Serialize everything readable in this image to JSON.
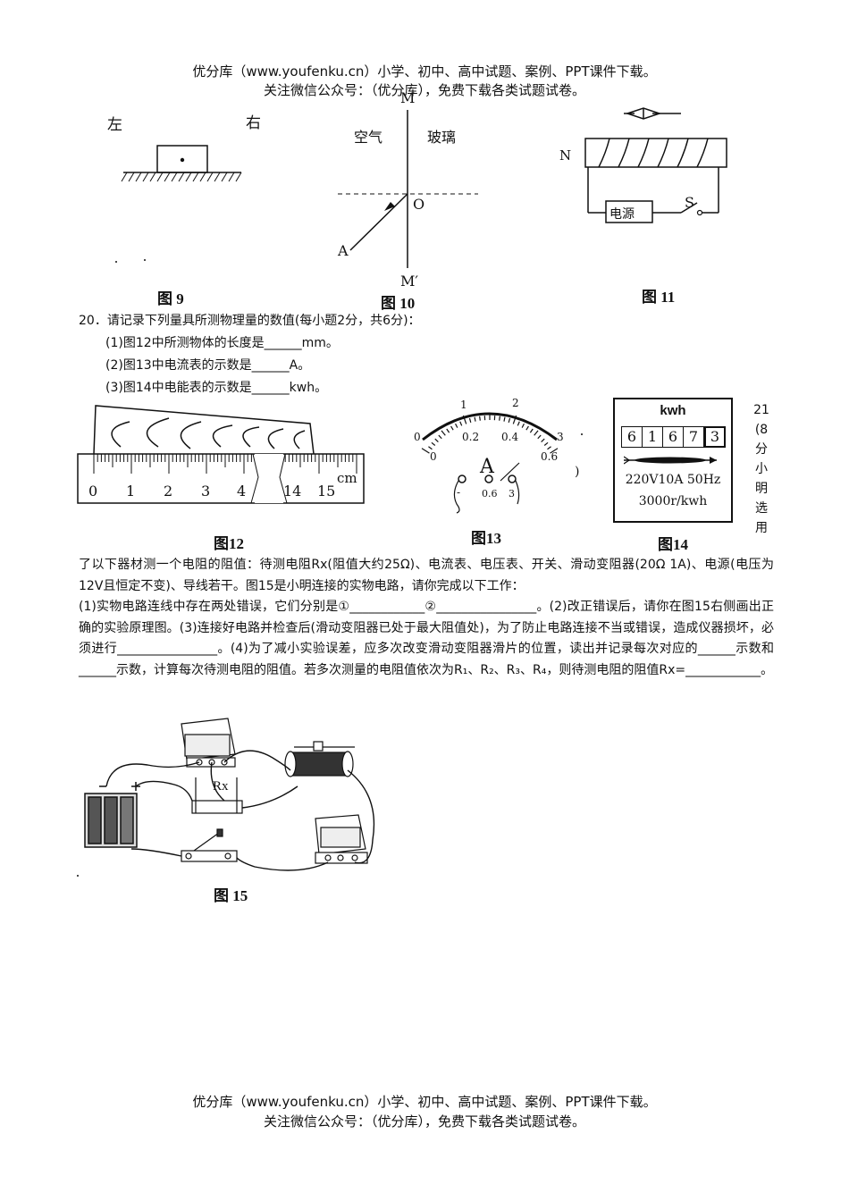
{
  "header": {
    "line1": "优分库（www.youfenku.cn）小学、初中、高中试题、案例、PPT课件下载。",
    "line2": "关注微信公众号：（优分库），免费下载各类试题试卷。"
  },
  "footer": {
    "line1": "优分库（www.youfenku.cn）小学、初中、高中试题、案例、PPT课件下载。",
    "line2": "关注微信公众号：（优分库），免费下载各类试题试卷。"
  },
  "fig9": {
    "left": "左",
    "right": "右",
    "caption": "图 9"
  },
  "fig10": {
    "M": "M",
    "Mp": "M′",
    "air": "空气",
    "glass": "玻璃",
    "O": "O",
    "A": "A",
    "caption": "图 10"
  },
  "fig11": {
    "N": "N",
    "S": "S",
    "source": "电源",
    "caption": "图 11"
  },
  "q20": {
    "title": "20．请记录下列量具所测物理量的数值(每小题2分，共6分)：",
    "items": [
      "(1)图12中所测物体的长度是______mm。",
      "(2)图13中电流表的示数是______A。",
      "(3)图14中电能表的示数是______kwh。"
    ]
  },
  "fig12": {
    "ticks": [
      "0",
      "1",
      "2",
      "3",
      "4",
      "14",
      "15"
    ],
    "unit": "cm",
    "caption": "图12"
  },
  "fig13": {
    "scale_top": [
      "1",
      "2"
    ],
    "scale_mid": [
      "0",
      "0.2",
      "0.4",
      "3"
    ],
    "scale_bottom": [
      "0",
      "0.6"
    ],
    "letter": "A",
    "terminals": [
      "-",
      "0.6",
      "3"
    ],
    "paren": ")",
    "caption": "图13"
  },
  "fig14": {
    "unit": "kwh",
    "digits": [
      "6",
      "1",
      "6",
      "7",
      "3"
    ],
    "spec1": "220V10A 50Hz",
    "spec2": "3000r/kwh",
    "caption": "图14"
  },
  "q21_side": [
    "21",
    "(8",
    "分",
    "小",
    "明",
    "选",
    "用"
  ],
  "q21_text": {
    "p1": "了以下器材测一个电阻的阻值：待测电阻Rx(阻值大约25Ω)、电流表、电压表、开关、滑动变阻器(20Ω 1A)、电源(电压为12V且恒定不变)、导线若干。图15是小明连接的实物电路，请你完成以下工作：",
    "p2": "(1)实物电路连线中存在两处错误，它们分别是①____________②________________。(2)改正错误后，请你在图15右侧画出正确的实验原理图。(3)连接好电路并检查后(滑动变阻器已处于最大阻值处)，为了防止电路连接不当或错误，造成仪器损坏，必须进行________________。(4)为了减小实验误差，应多次改变滑动变阻器滑片的位置，读出并记录每次对应的______示数和______示数，计算每次待测电阻的阻值。若多次测量的电阻值依次为R₁、R₂、R₃、R₄，则待测电阻的阻值Rx=____________。"
  },
  "fig15": {
    "rx_label": "Rx",
    "caption": "图 15"
  }
}
